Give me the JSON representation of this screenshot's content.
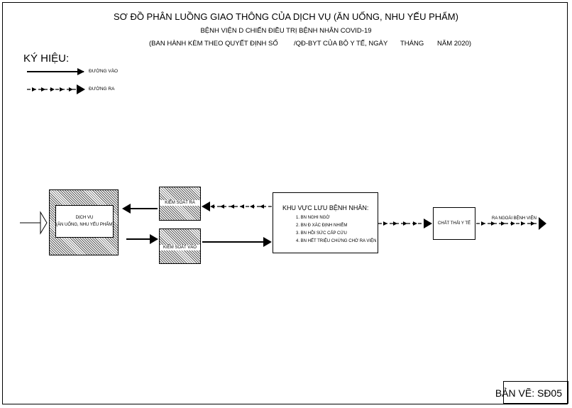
{
  "header": {
    "title": "SƠ ĐỒ  PHÂN LUỒNG GIAO THÔNG CỦA  DỊCH VỤ (ĂN UỐNG, NHU YẾU PHẨM)",
    "subtitle": "BỆNH VIỆN D   CHIẾN ĐIỀU TRỊ BỆNH NHÂN COVID-19",
    "decree_prefix": "(BAN HÀNH KÈM THEO QUYẾT ĐỊNH SỐ",
    "decree_middle": "/QĐ-BYT CỦA BỘ Y TẾ, NGÀY",
    "decree_month": "THÁNG",
    "decree_year": "NĂM 2020)"
  },
  "legend": {
    "title": "KÝ HIỆU:",
    "in_label": "ĐƯỜNG VÀO",
    "out_label": "ĐƯỜNG RA"
  },
  "nodes": {
    "service_line1": "DỊCH VỤ",
    "service_line2": "(ĂN UỐNG, NHU YẾU PHẨM)",
    "check_out": "KIỂM SOÁT RA",
    "check_in": "KIỂM SOÁT VÀO",
    "patient_area_title": "KHU  VỰC LƯU BỆNH NHÂN:",
    "patient_items": [
      "1. BN NGHI NGỜ",
      "2. BN Đ   XÁC ĐỊNH NHIỄM",
      "3. BN HỒI SỨC CẤP CỨU",
      "4. BN HẾT TRIỆU CHỨNG CHỜ RA VIỆN"
    ],
    "medical_waste": "CHẤT THẢI Y TẾ",
    "exit_label": "RA NGOÀI BỆNH VIỆN"
  },
  "sheet": {
    "label": "BẢN VẼ: SĐ05"
  }
}
